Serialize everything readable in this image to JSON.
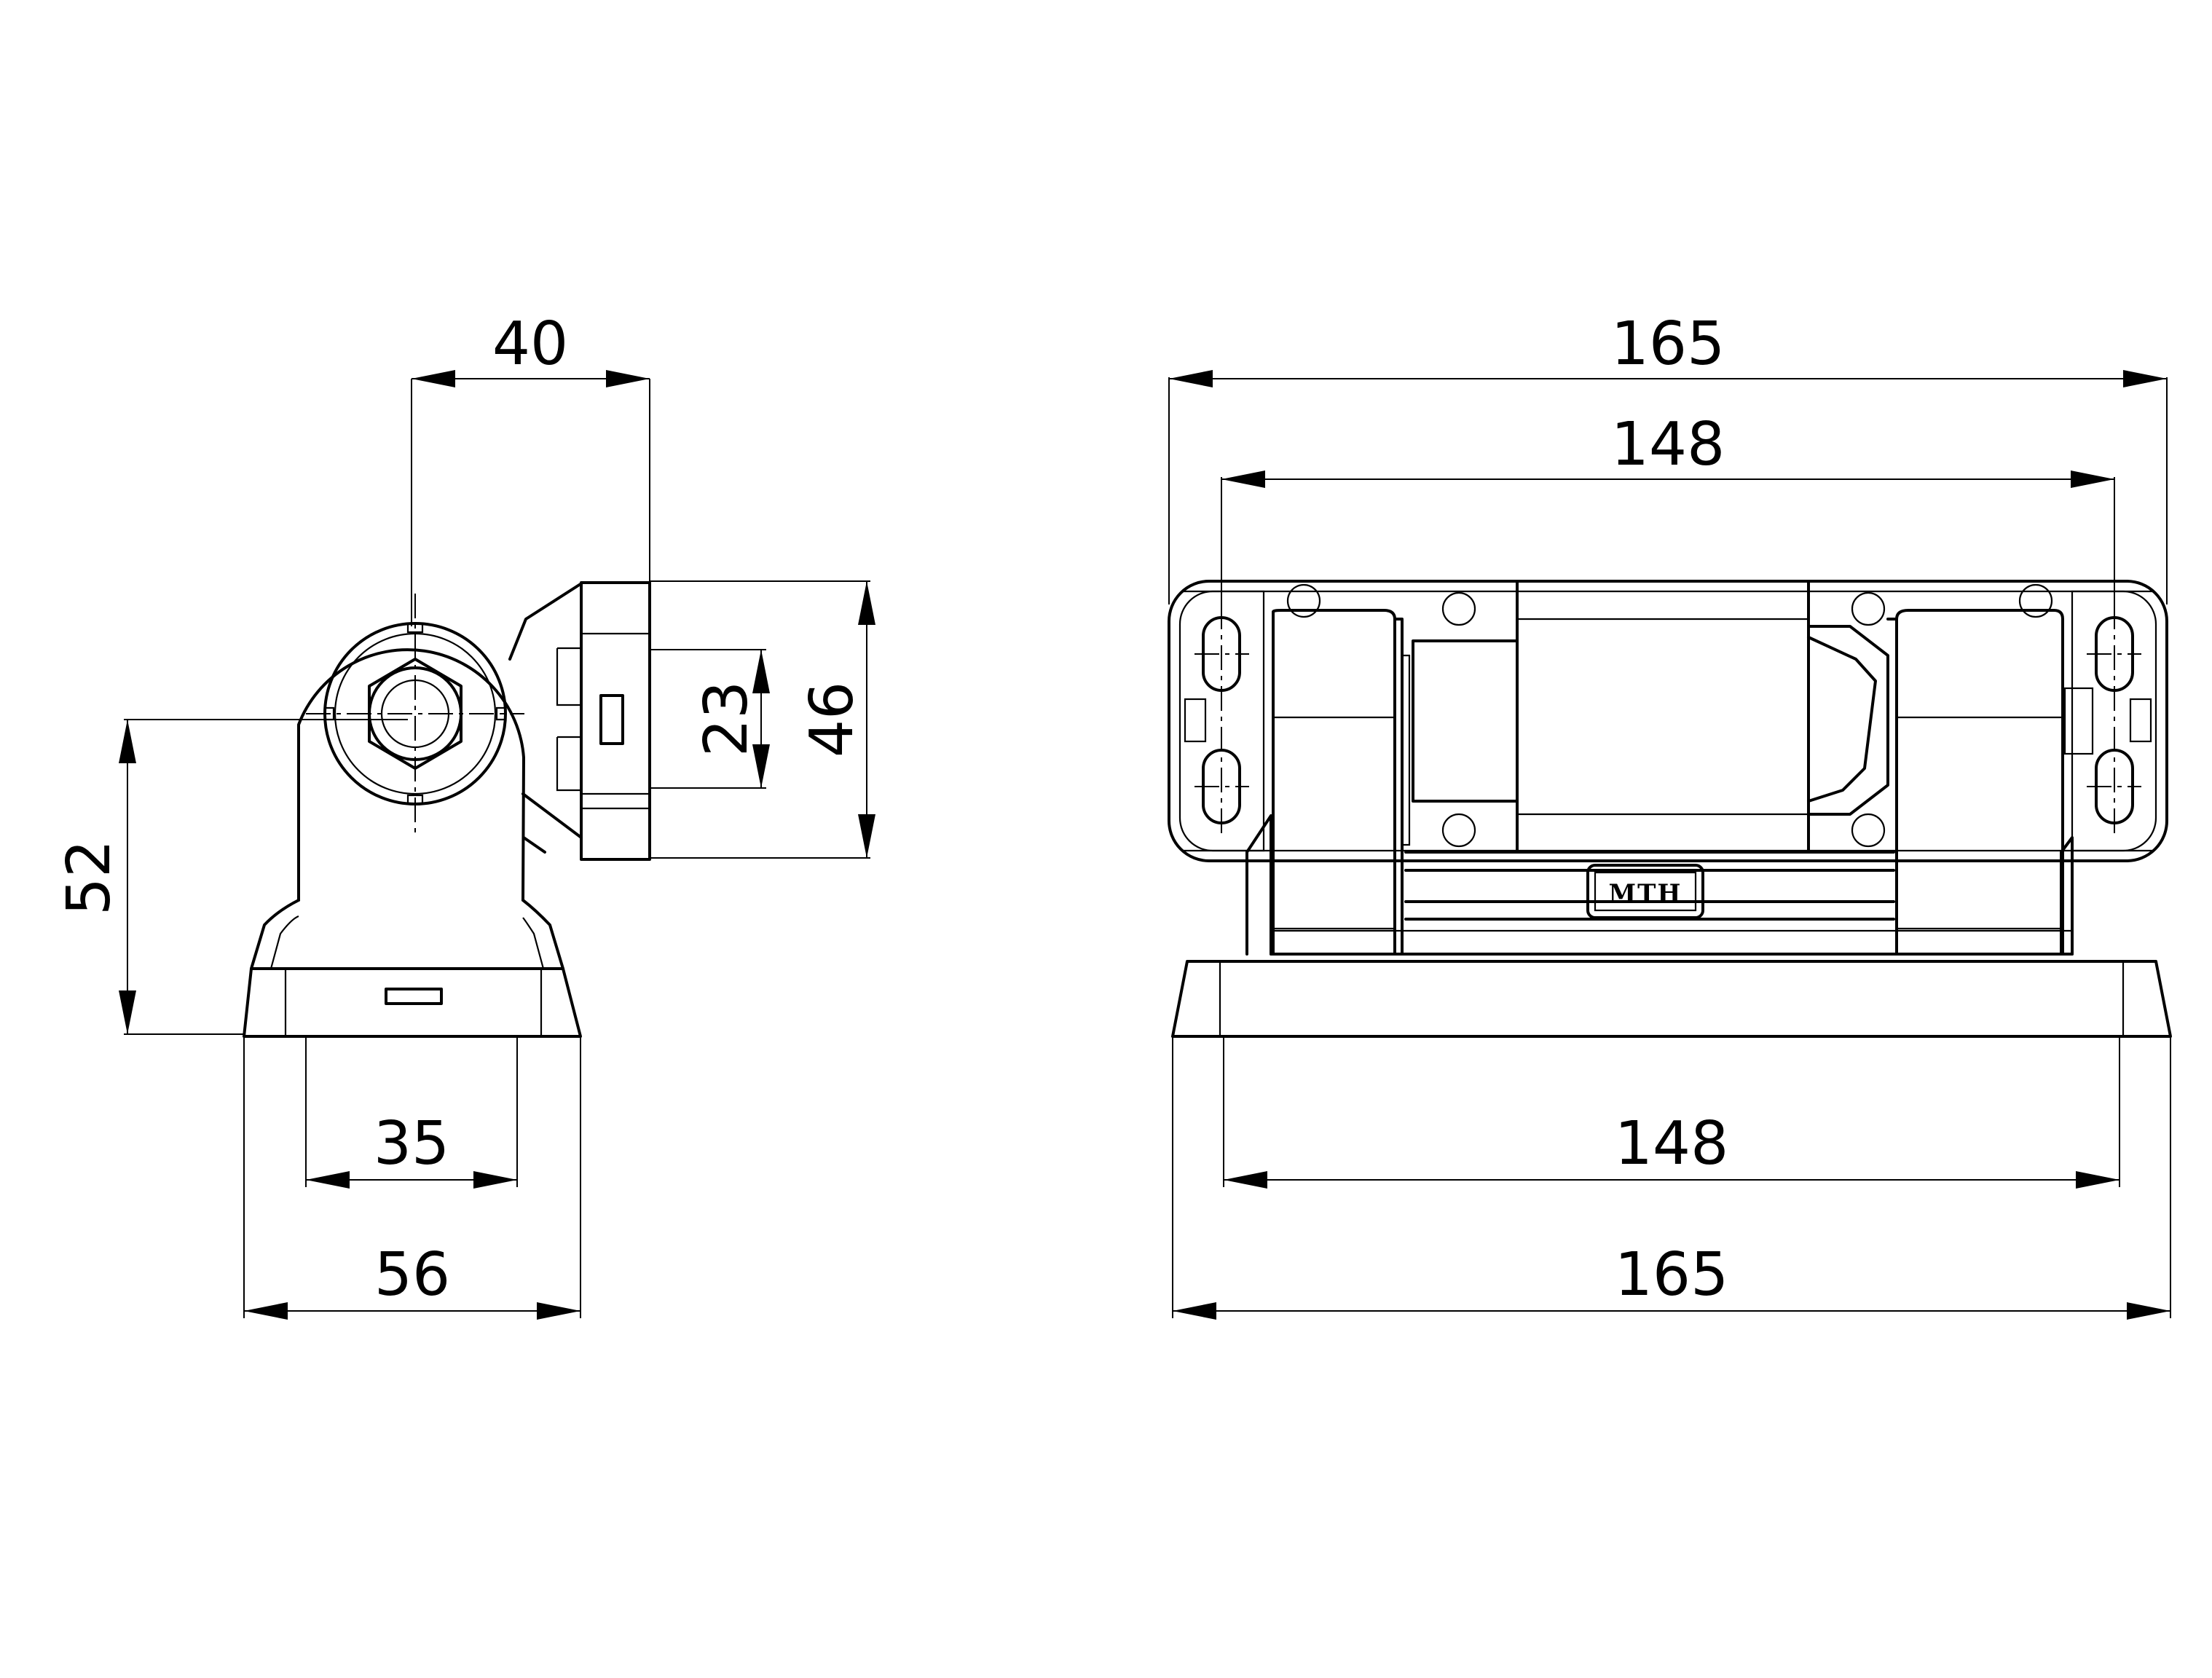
{
  "drawing": {
    "side_view": {
      "dim_top_width": "40",
      "dim_cable_height": "23",
      "dim_entry_height": "46",
      "dim_total_height": "52",
      "dim_inner_base": "35",
      "dim_outer_base": "56"
    },
    "front_view": {
      "dim_top_outer": "165",
      "dim_top_inner": "148",
      "dim_bottom_inner": "148",
      "dim_bottom_outer": "165",
      "logo": "MTH"
    }
  }
}
